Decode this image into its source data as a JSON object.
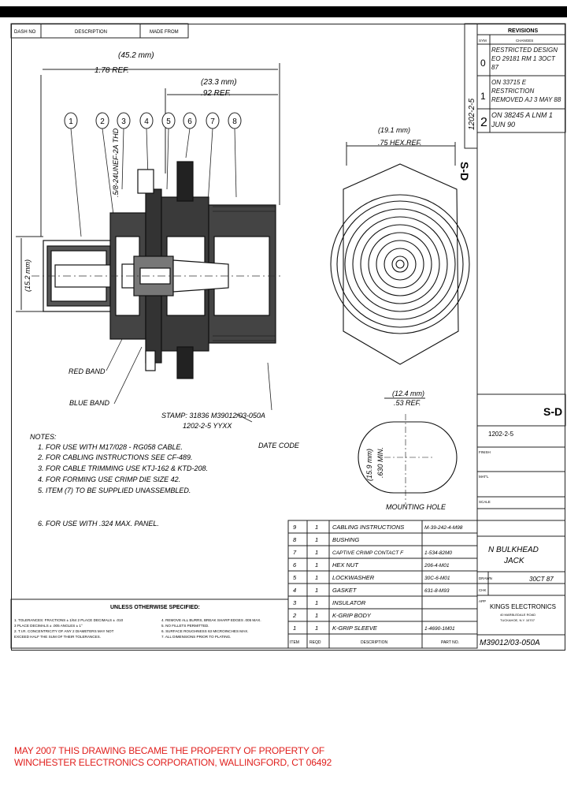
{
  "header": {
    "col_dash_no": "DASH NO",
    "col_description": "DESCRIPTION",
    "col_made_from": "MADE FROM"
  },
  "dimensions": {
    "overall_mm": "(45.2 mm)",
    "overall_in": "1.78 REF.",
    "partial_mm": "(23.3 mm)",
    "partial_in": ".92 REF.",
    "hex_mm": "(19.1 mm)",
    "hex_in": ".75 HEX.REF.",
    "left_mm": "(15.2 mm)",
    "flat_mm": "(12.4 mm)",
    "flat_in": ".53 REF.",
    "hole_mm": "(15.9 mm)",
    "hole_in": ".630 MIN.",
    "thread": ".5/8-24UNEF-2A THD"
  },
  "balloons": [
    "1",
    "2",
    "3",
    "4",
    "5",
    "6",
    "7",
    "8"
  ],
  "labels": {
    "red_band": "RED BAND",
    "blue_band": "BLUE BAND",
    "stamp": "STAMP: 31836 M39012/03-050A",
    "stamp2": "1202-2-5  YYXX",
    "date_code": "DATE CODE",
    "mounting_hole": "MOUNTING HOLE"
  },
  "notes": {
    "heading": "NOTES:",
    "items": [
      "1. FOR USE WITH M17/028 - RG058 CABLE.",
      "2. FOR CABLING INSTRUCTIONS SEE CF-489.",
      "3. FOR CABLE TRIMMING USE KTJ-162 & KTD-208.",
      "4. FOR FORMING USE CRIMP DIE SIZE 42.",
      "5. ITEM (7) TO BE SUPPLIED UNASSEMBLED.",
      "6. FOR USE WITH .324 MAX. PANEL."
    ]
  },
  "tolerances": {
    "title": "UNLESS OTHERWISE SPECIFIED:",
    "lines": [
      "1. TOLERANCES: FRACTIONS ± 1/64   2 PLACE DECIMALS ± .010",
      "   3 PLACE DECIMALS ± .005   ANGLES ± 1°",
      "2. T.I.R. CONCENTRICITY OF ANY 2 DIAMETERS MAY NOT",
      "   EXCEED HALF THE SUM OF THEIR TOLERANCES.",
      "4. REMOVE ALL BURRS, BREAK SHARP EDGES .005 MAX.",
      "5. NO FILLETS PERMITTED.",
      "6. SURFACE ROUGHNESS 63 MICROINCHES MAX.",
      "7. ALL DIMENSIONS PRIOR TO PLATING."
    ]
  },
  "bom": {
    "header": [
      "ITEM",
      "REQD",
      "DESCRIPTION",
      "PART NO."
    ],
    "rows": [
      [
        "9",
        "1",
        "CABLING INSTRUCTIONS",
        "M-39-242-4-M98"
      ],
      [
        "8",
        "1",
        "BUSHING",
        ""
      ],
      [
        "7",
        "1",
        "CAPTIVE CRIMP CONTACT F",
        "1-534-82M0"
      ],
      [
        "6",
        "1",
        "HEX NUT",
        "206-4-M01"
      ],
      [
        "5",
        "1",
        "LOCKWASHER",
        "30C-6-M01"
      ],
      [
        "4",
        "1",
        "GASKET",
        "631-8-M93"
      ],
      [
        "3",
        "1",
        "INSULATOR",
        ""
      ],
      [
        "2",
        "1",
        "K-GRIP BODY",
        ""
      ],
      [
        "1",
        "1",
        "K-GRIP SLEEVE",
        "1-4690-1M01"
      ]
    ]
  },
  "revisions": {
    "title": "REVISIONS",
    "col_sym": "SYM",
    "col_changes": "CHANGES",
    "entries": [
      {
        "sym": "0",
        "text": "RESTRICTED DESIGN EO 29181 RM 1 3OCT 87"
      },
      {
        "sym": "1",
        "text": "ON 33715 E RESTRICTION REMOVED AJ 3 MAY 88"
      },
      {
        "sym": "2",
        "text": "ON 38245 A LNM 1 JUN 90"
      }
    ]
  },
  "title_block": {
    "stamp_code": "S-D",
    "part_number_small": "1202-2-5",
    "title_line1": "N BULKHEAD",
    "title_line2": "JACK",
    "drawn_label": "DRAWN",
    "drawn_date": "30CT 87",
    "chk_label": "CHK",
    "app_label": "APP",
    "company": "KINGS ELECTRONICS",
    "company_addr1": "40 MARBLEDALE ROAD",
    "company_addr2": "TUCKAHOE, N.Y. 10707",
    "drawing_number": "M39012/03-050A",
    "side_number": "1202-2-5",
    "finish_label": "FINISH",
    "material_label": "MAT'L",
    "scale_label": "SCALE"
  },
  "footer": {
    "line1": "MAY 2007 THIS DRAWING BECAME THE PROPERTY OF PROPERTY OF",
    "line2": "WINCHESTER ELECTRONICS CORPORATION, WALLINGFORD, CT 06492"
  }
}
